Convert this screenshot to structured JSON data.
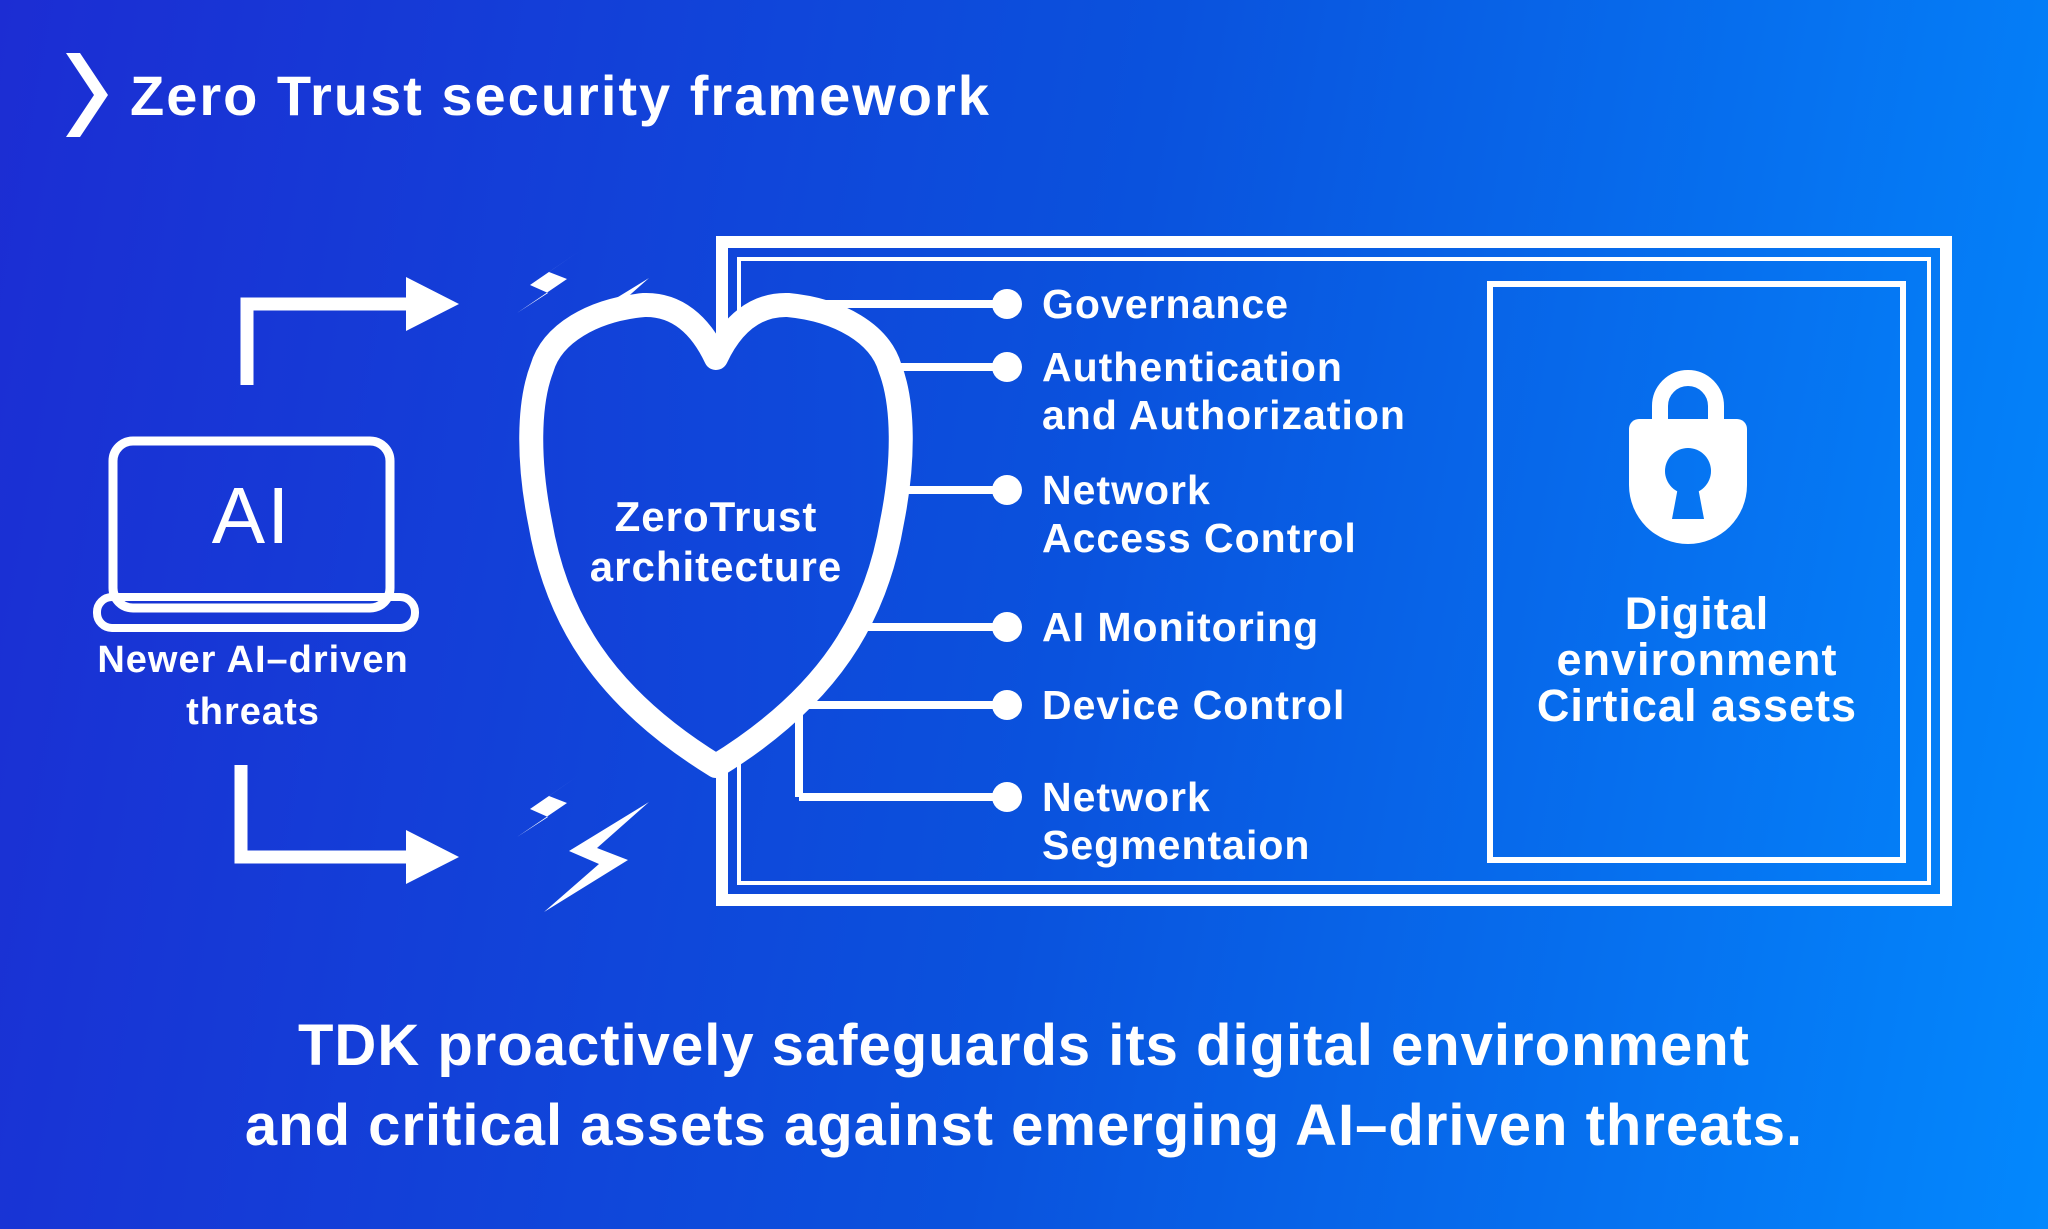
{
  "page": {
    "title": "Zero Trust security framework"
  },
  "threat_source": {
    "device_label": "AI",
    "label_line1": "Newer AI–driven",
    "label_line2": "threats"
  },
  "shield": {
    "label_line1": "ZeroTrust",
    "label_line2": "architecture"
  },
  "controls": [
    {
      "lines": [
        "Governance"
      ]
    },
    {
      "lines": [
        "Authentication",
        "and Authorization"
      ]
    },
    {
      "lines": [
        "Network",
        "Access Control"
      ]
    },
    {
      "lines": [
        "AI Monitoring"
      ]
    },
    {
      "lines": [
        "Device Control"
      ]
    },
    {
      "lines": [
        "Network",
        "Segmentaion"
      ]
    }
  ],
  "protected_assets": {
    "label_line1": "Digital",
    "label_line2": "environment",
    "label_line3": "Cirtical assets"
  },
  "footer": {
    "line1": "TDK proactively safeguards its digital environment",
    "line2": "and critical assets against emerging AI–driven threats."
  },
  "icons": {
    "title_marker": "chevron-right-icon",
    "threat_device": "ai-laptop-icon",
    "attack_flow": "arrow-right-icon",
    "attack_impact": "lightning-bolts-icon",
    "defense": "shield-icon",
    "asset_protection": "lock-icon"
  },
  "colors": {
    "background_left": "#1C2DD3",
    "background_mid": "#0A52DD",
    "background_right": "#0388FD",
    "foreground": "#FFFFFF"
  }
}
